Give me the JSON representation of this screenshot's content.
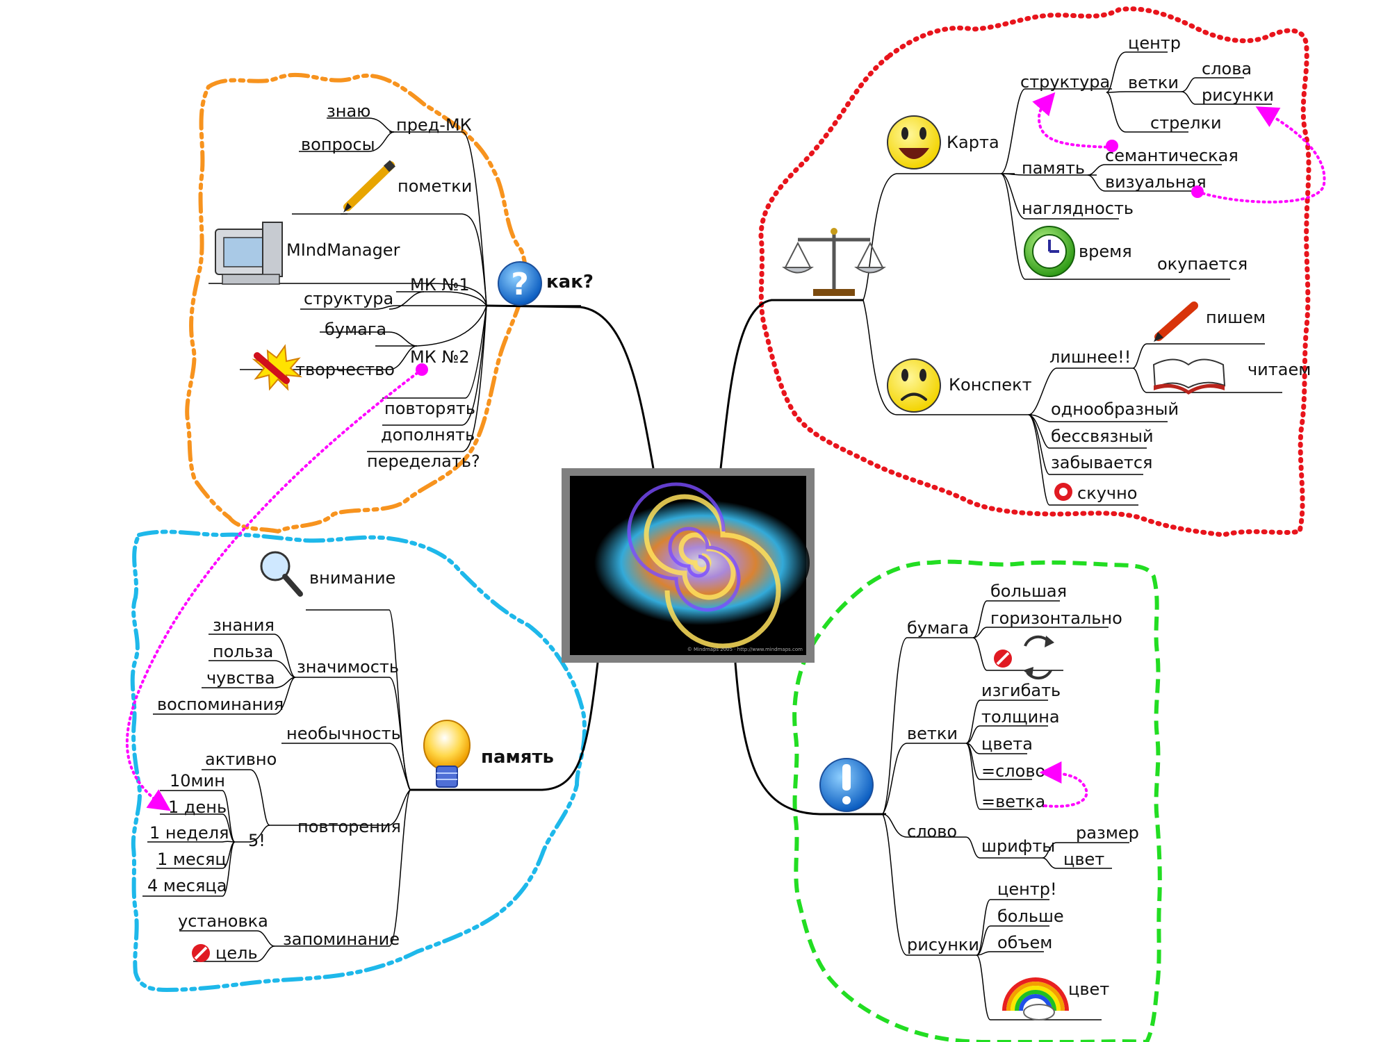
{
  "colors": {
    "how_cloud": "#f7931e",
    "map_cloud": "#e8141c",
    "memory_cloud": "#1eb8ea",
    "tips_cloud": "#22dd22",
    "link": "#ff00ff",
    "line": "#000000",
    "center_frame": "#7f7f7f"
  },
  "center": {
    "credit": "© Mindmaps 2005 · http://www.mindmaps.com"
  },
  "how": {
    "title": "как?",
    "icon": "question-icon",
    "pre_mk": {
      "label": "пред-МК",
      "children": [
        "знаю",
        "вопросы"
      ]
    },
    "notes": {
      "label": "пометки",
      "icon": "pencil-icon"
    },
    "software": {
      "label": "MIndManager",
      "icon": "computer-icon"
    },
    "mk1": {
      "label": "МК №1",
      "children": [
        "структура"
      ]
    },
    "mk2": {
      "label": "МК №2",
      "children": [
        "бумага",
        "творчество"
      ],
      "icon": "firework-icon"
    },
    "extra": [
      "повторять",
      "дополнять",
      "переделать?"
    ]
  },
  "pros": {
    "icon": "scales-icon",
    "map": {
      "label": "Карта",
      "icon": "happy-face-icon",
      "structure": {
        "label": "структура",
        "center": "центр",
        "branches": "ветки",
        "words": "слова",
        "pictures": "рисунки",
        "arrows": "стрелки"
      },
      "memory": {
        "label": "память",
        "semantic": "семантическая",
        "visual": "визуальная"
      },
      "clarity": "наглядность",
      "time": {
        "label": "время",
        "icon": "clock-icon",
        "child": "окупается"
      }
    },
    "summary": {
      "label": "Конспект",
      "icon": "sad-face-icon",
      "excess": {
        "label": "лишнее!!",
        "write": "пишем",
        "read": "читаем"
      },
      "items": [
        "однообразный",
        "бессвязный",
        "забывается"
      ],
      "boring": "скучно"
    }
  },
  "memory": {
    "title": "память",
    "icon": "light-bulb-icon",
    "attention": "внимание",
    "importance": {
      "label": "значимость",
      "children": [
        "знания",
        "польза",
        "чувства",
        "воспоминания"
      ]
    },
    "unusual": "необычность",
    "repetition": {
      "label": "повторения",
      "active": "активно",
      "five": "5!",
      "intervals": [
        "10мин",
        "1 день",
        "1 неделя",
        "1 месяц",
        "4 месяца"
      ]
    },
    "memorizing": {
      "label": "запоминание",
      "children": [
        "установка",
        "цель"
      ]
    }
  },
  "tips": {
    "icon": "exclamation-icon",
    "paper": {
      "label": "бумага",
      "children": [
        "большая",
        "горизонтально"
      ]
    },
    "branches": {
      "label": "ветки",
      "children": [
        "изгибать",
        "толщина",
        "цвета",
        "=слово",
        "=ветка"
      ]
    },
    "word": {
      "label": "слово",
      "fonts": "шрифты",
      "size": "размер",
      "color": "цвет"
    },
    "pictures": {
      "label": "рисунки",
      "children": [
        "центр!",
        "больше",
        "объем"
      ],
      "color": "цвет"
    }
  }
}
